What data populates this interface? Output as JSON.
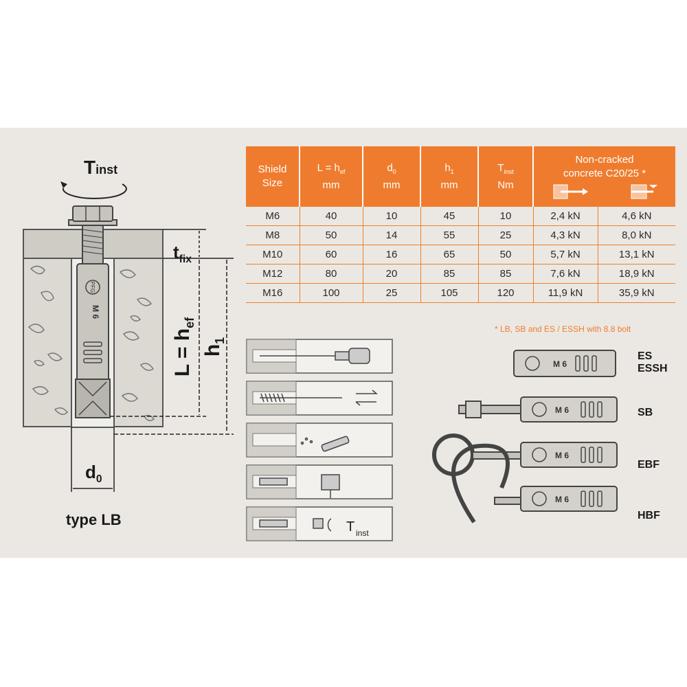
{
  "diagram": {
    "torque_label": "T",
    "torque_sub": "inst",
    "tfix_label": "t",
    "tfix_sub": "fix",
    "length_label": "L = h",
    "length_sub": "ef",
    "h1_label": "h",
    "h1_sub": "1",
    "d0_label": "d",
    "d0_sub": "0",
    "type_label": "type LB",
    "anchor_marking": "M 6",
    "logo_text": "PF G"
  },
  "table": {
    "headers": [
      {
        "line1": "Shield",
        "line2": "Size"
      },
      {
        "line1": "L = h",
        "sub": "ef",
        "line2": "mm"
      },
      {
        "line1": "d",
        "sub": "0",
        "line2": "mm"
      },
      {
        "line1": "h",
        "sub": "1",
        "line2": "mm"
      },
      {
        "line1": "T",
        "sub": "inst",
        "line2": "Nm"
      }
    ],
    "group_header": {
      "line1": "Non-cracked",
      "line2": "concrete C20/25 *"
    },
    "rows": [
      [
        "M6",
        "40",
        "10",
        "45",
        "10",
        "2,4 kN",
        "4,6 kN"
      ],
      [
        "M8",
        "50",
        "14",
        "55",
        "25",
        "4,3 kN",
        "8,0 kN"
      ],
      [
        "M10",
        "60",
        "16",
        "65",
        "50",
        "5,7 kN",
        "13,1 kN"
      ],
      [
        "M12",
        "80",
        "20",
        "85",
        "85",
        "7,6 kN",
        "18,9 kN"
      ],
      [
        "M16",
        "100",
        "25",
        "105",
        "120",
        "11,9 kN",
        "35,9 kN"
      ]
    ],
    "footnote": "* LB, SB and ES / ESSH with 8.8 bolt",
    "accent_color": "#ef7c2e"
  },
  "install_steps": {
    "step5_label": "T",
    "step5_sub": "inst"
  },
  "variants": [
    {
      "code": "ES",
      "code2": "ESSH",
      "marking": "M 6"
    },
    {
      "code": "SB",
      "marking": "M 6"
    },
    {
      "code": "EBF",
      "marking": "M 6"
    },
    {
      "code": "HBF",
      "marking": "M 6"
    }
  ]
}
